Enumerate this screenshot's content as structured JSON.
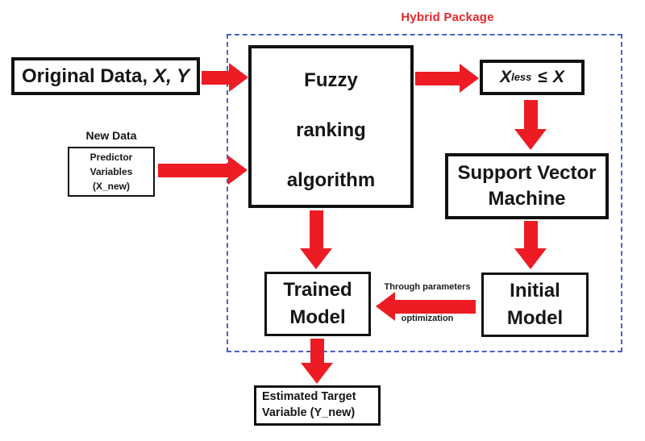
{
  "diagram": {
    "title": "Hybrid Package",
    "colors": {
      "arrow_red": "#ed1c24",
      "title_red": "#e8252a",
      "boundary_blue": "#4862c8",
      "box_border": "#111111"
    },
    "nodes": {
      "original_data": {
        "text": "Original Data,",
        "variables": "X, Y"
      },
      "new_data": {
        "title": "New Data",
        "lines": [
          "Predictor",
          "Variables",
          "(X_new)"
        ]
      },
      "fuzzy_ranking": {
        "lines": [
          "Fuzzy",
          "ranking",
          "algorithm"
        ]
      },
      "x_less": {
        "x1": "X",
        "subscript": "less",
        "operator": "≤",
        "x2": "X"
      },
      "svm": {
        "lines": [
          "Support Vector",
          "Machine"
        ]
      },
      "trained_model": {
        "lines": [
          "Trained",
          "Model"
        ]
      },
      "initial_model": {
        "lines": [
          "Initial",
          "Model"
        ]
      },
      "estimated_target": {
        "lines": [
          "Estimated Target",
          "Variable (Y_new)"
        ]
      }
    },
    "edge_labels": {
      "optimization_top": "Through parameters",
      "optimization_bottom": "optimization"
    }
  }
}
